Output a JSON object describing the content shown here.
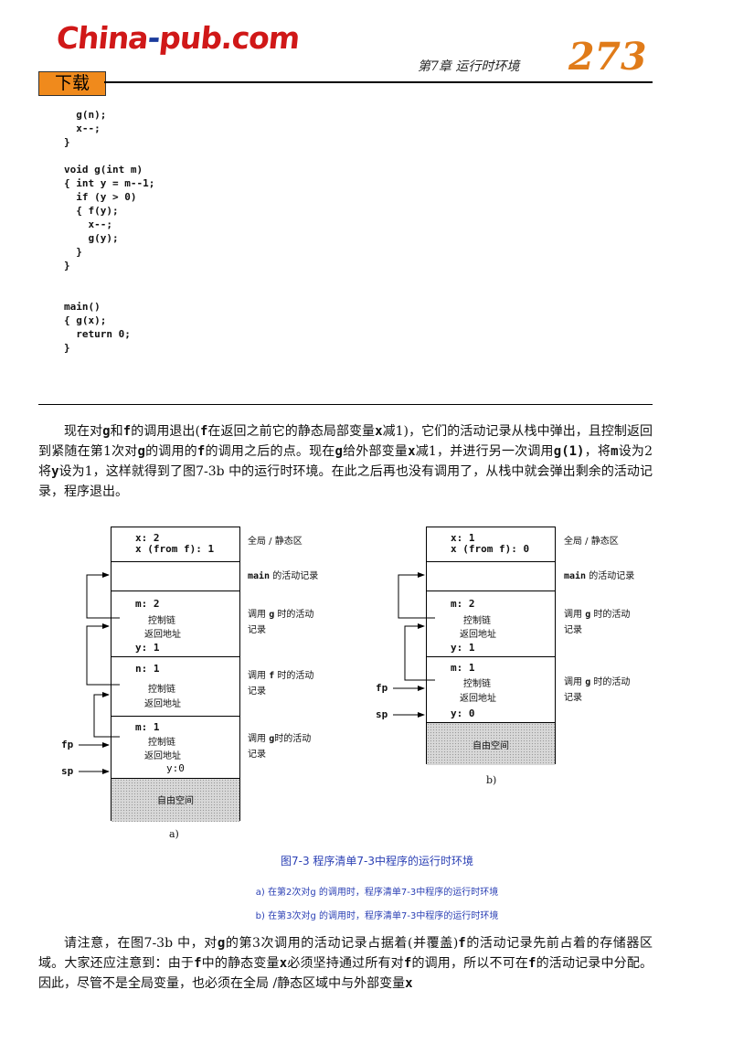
{
  "header": {
    "logo_main": "China",
    "logo_dash": "-",
    "logo_tail": "pub.com",
    "download_label": "下载",
    "chapter_title": "第7章  运行时环境",
    "page_number": "273"
  },
  "code_listing": "  g(n);\n  x--;\n}\n\nvoid g(int m)\n{ int y = m--1;\n  if (y > 0)\n  { f(y);\n    x--;\n    g(y);\n  }\n}\n\n\nmain()\n{ g(x);\n  return 0;\n}",
  "paragraph1": {
    "s1": "现在对",
    "c1": "g",
    "s2": "和",
    "c2": "f",
    "s3": "的调用退出(",
    "c3": "f",
    "s4": "在返回之前它的静态局部变量",
    "c4": "x",
    "s5": "减1)，它们的活动记录从栈中弹出，且控制返回到紧随在第1次对",
    "c5": "g",
    "s6": "的调用的",
    "c6": "f",
    "s7": "的调用之后的点。现在",
    "c7": "g",
    "s8": "给外部变量",
    "c8": "x",
    "s9": "减1，并进行另一次调用",
    "c9": "g(1)",
    "s10": "，将",
    "c10": "m",
    "s11": "设为2将",
    "c11": "y",
    "s12": "设为1，这样就得到了图7-3b 中的运行时环境。在此之后再也没有调用了，从栈中就会弹出剩余的活动记录，程序退出。"
  },
  "diagram_a": {
    "cells": {
      "c1_line1": "x: 2",
      "c1_line2": "x (from f): 1",
      "c3_var": "m: 2",
      "c3_link": "控制链",
      "c3_ret": "返回地址",
      "c3_y": "y: 1",
      "c4_var": "n: 1",
      "c4_link": "控制链",
      "c4_ret": "返回地址",
      "c5_var": "m: 1",
      "c5_link": "控制链",
      "c5_ret": "返回地址",
      "c5_y": "y:0",
      "free": "自由空间"
    },
    "labels": {
      "global": "全局 / 静态区",
      "main_code": "main",
      "main_text": " 的活动记录",
      "g_call_a": "调用 ",
      "g_call_code": "g",
      "g_call_b": " 时的活动",
      "g_call_c": "记录",
      "f_call_a": "调用 ",
      "f_call_code": "f",
      "f_call_b": " 时的活动",
      "f_call_c": "记录",
      "g2_call_a": "调用 ",
      "g2_call_code": "g",
      "g2_call_b": "时的活动",
      "g2_call_c": "记录"
    },
    "pointers": {
      "fp": "fp",
      "sp": "sp"
    },
    "sublabel": "a)"
  },
  "diagram_b": {
    "cells": {
      "c1_line1": "x: 1",
      "c1_line2": "x (from f): 0",
      "c3_var": "m: 2",
      "c3_link": "控制链",
      "c3_ret": "返回地址",
      "c3_y": "y: 1",
      "c4_var": "m: 1",
      "c4_link": "控制链",
      "c4_ret": "返回地址",
      "c4_y": "y: 0",
      "free": "自由空间"
    },
    "labels": {
      "global": "全局 / 静态区",
      "main_code": "main",
      "main_text": " 的活动记录",
      "g_call_a": "调用 ",
      "g_call_code": "g",
      "g_call_b": " 时的活动",
      "g_call_c": "记录",
      "g2_call_a": "调用 ",
      "g2_call_code": "g",
      "g2_call_b": " 时的活动",
      "g2_call_c": "记录"
    },
    "pointers": {
      "fp": "fp",
      "sp": "sp"
    },
    "sublabel": "b)"
  },
  "figure_caption": "图7-3   程序清单7-3中程序的运行时环境",
  "subcaption_a": "a) 在第2次对g 的调用时，程序清单7-3中程序的运行时环境",
  "subcaption_b": "b) 在第3次对g 的调用时，程序清单7-3中程序的运行时环境",
  "paragraph2": {
    "s1": "请注意，在图7-3b 中，对",
    "c1": "g",
    "s2": "的第3次调用的活动记录占据着(并覆盖)",
    "c2": "f",
    "s3": "的活动记录先前占着的存储器区域。大家还应注意到：由于",
    "c3": "f",
    "s4": "中的静态变量",
    "c4": "x",
    "s5": "必须坚持通过所有对",
    "c5": "f",
    "s6": "的调用，所以不可在",
    "c6": "f",
    "s7": "的活动记录中分配。因此，尽管不是全局变量，也必须在全局 /静态区域中与外部变量",
    "c7": "x"
  }
}
